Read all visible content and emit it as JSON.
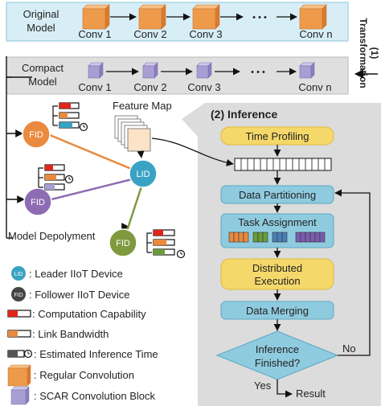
{
  "original_model": {
    "label_line1": "Original",
    "label_line2": "Model",
    "layers": [
      "Conv 1",
      "Conv 2",
      "Conv 3",
      "Conv n"
    ],
    "ellipsis": "• • •"
  },
  "compact_model": {
    "label_line1": "Compact",
    "label_line2": "Model",
    "layers": [
      "Conv 1",
      "Conv 2",
      "Conv 3",
      "Conv n"
    ],
    "ellipsis": "• • •"
  },
  "transformation": {
    "number": "(1)",
    "label": "Transformation"
  },
  "deployment": {
    "feature_map_label": "Feature Map",
    "model_deployment_label": "Model Depolyment",
    "lid_label": "LID",
    "fid_label": "FID"
  },
  "inference": {
    "title": "(2) Inference",
    "steps": {
      "time_profiling": "Time Profiling",
      "data_partitioning": "Data Partitioning",
      "task_assignment": "Task Assignment",
      "distributed_execution_line1": "Distributed",
      "distributed_execution_line2": "Execution",
      "data_merging": "Data Merging",
      "decision_line1": "Inference",
      "decision_line2": "Finished?"
    },
    "yes_label": "Yes",
    "no_label": "No",
    "result_label": "Result"
  },
  "legend": {
    "leader": ": Leader IIoT Device",
    "follower": ": Follower IIoT Device",
    "computation": ": Computation Capability",
    "bandwidth": ": Link Bandwidth",
    "time": ": Estimated Inference Time",
    "regular_conv": ": Regular Convolution",
    "scar_conv": ": SCAR Convolution Block",
    "lid_icon": "LID",
    "fid_icon": "FID"
  },
  "colors": {
    "light_blue_panel": "#d8eef6",
    "gray_panel": "#dfdfdf",
    "orange_cube": "#ee9a4b",
    "purple_cube": "#a99ed4",
    "fid_orange": "#ea8a3f",
    "fid_purple": "#8e6cb4",
    "fid_green": "#7f9a3e",
    "lid_teal": "#3aa3c3",
    "step_blue": "#8fcbdf",
    "step_yellow": "#f5d86a",
    "bar_red": "#e0251b",
    "bar_orange": "#e88a3f",
    "bar_gray": "#555555",
    "bar_green": "#6a9c3c",
    "bar_blue": "#4a7fb8",
    "bar_purple": "#7c5cb0"
  }
}
